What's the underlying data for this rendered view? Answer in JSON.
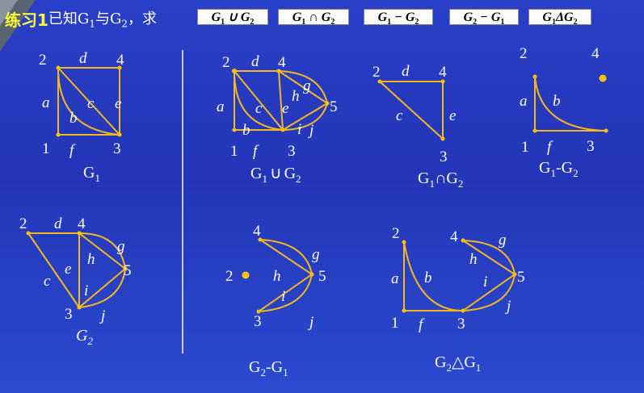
{
  "title": {
    "prefix": "练习1",
    "text_a": "已知G",
    "sub_1": "1",
    "text_b": "与G",
    "sub_2": "2",
    "text_c": "，求"
  },
  "formulas": [
    {
      "lhs": "G",
      "lhs_sub": "1",
      "op": " ∪ ",
      "rhs": "G",
      "rhs_sub": "2"
    },
    {
      "lhs": "G",
      "lhs_sub": "1",
      "op": " ∩ ",
      "rhs": "G",
      "rhs_sub": "2"
    },
    {
      "lhs": "G",
      "lhs_sub": "1",
      "op": " − ",
      "rhs": "G",
      "rhs_sub": "2"
    },
    {
      "lhs": "G",
      "lhs_sub": "2",
      "op": " − ",
      "rhs": "G",
      "rhs_sub": "1"
    },
    {
      "lhs": "G",
      "lhs_sub": "1",
      "op": "Δ",
      "rhs": "G",
      "rhs_sub": "2"
    }
  ],
  "colors": {
    "edge": "#f5b820",
    "vertex": "#ffc400",
    "label": "#ffffff",
    "title_accent": "#ffff33"
  },
  "graphs": {
    "G1": {
      "caption": "G",
      "caption_sub": "1",
      "vertices": [
        "1",
        "2",
        "3",
        "4"
      ],
      "edges": [
        {
          "name": "a",
          "ends": [
            "2",
            "1"
          ]
        },
        {
          "name": "b",
          "ends": [
            "2",
            "3"
          ],
          "curved": true
        },
        {
          "name": "c",
          "ends": [
            "2",
            "3"
          ]
        },
        {
          "name": "d",
          "ends": [
            "2",
            "4"
          ]
        },
        {
          "name": "e",
          "ends": [
            "4",
            "3"
          ]
        },
        {
          "name": "f",
          "ends": [
            "1",
            "3"
          ]
        }
      ]
    },
    "G1_union_G2": {
      "caption": "G",
      "caption_sub": "1",
      "op": "∪",
      "caption2": "G",
      "caption2_sub": "2",
      "vertices": [
        "1",
        "2",
        "3",
        "4",
        "5"
      ],
      "edges": [
        {
          "name": "a"
        },
        {
          "name": "b"
        },
        {
          "name": "c"
        },
        {
          "name": "d"
        },
        {
          "name": "e"
        },
        {
          "name": "f"
        },
        {
          "name": "g"
        },
        {
          "name": "h"
        },
        {
          "name": "i"
        },
        {
          "name": "j"
        }
      ]
    },
    "G1_intersect_G2": {
      "caption": "G",
      "caption_sub": "1",
      "op": "∩",
      "caption2": "G",
      "caption2_sub": "2",
      "vertices": [
        "2",
        "4",
        "3"
      ],
      "edges": [
        {
          "name": "c"
        },
        {
          "name": "d"
        },
        {
          "name": "e"
        }
      ]
    },
    "G1_minus_G2": {
      "caption": "G",
      "caption_sub": "1",
      "op": "-",
      "caption2": "G",
      "caption2_sub": "2",
      "vertices": [
        "1",
        "2",
        "3",
        "4"
      ],
      "edges": [
        {
          "name": "a"
        },
        {
          "name": "b"
        },
        {
          "name": "f"
        }
      ]
    },
    "G2": {
      "caption": "G",
      "caption_sub": "2",
      "vertices": [
        "2",
        "3",
        "4",
        "5"
      ],
      "edges": [
        {
          "name": "c"
        },
        {
          "name": "d"
        },
        {
          "name": "e"
        },
        {
          "name": "g"
        },
        {
          "name": "h"
        },
        {
          "name": "i"
        },
        {
          "name": "j"
        }
      ]
    },
    "G2_minus_G1": {
      "caption": "G",
      "caption_sub": "2",
      "op": "-",
      "caption2": "G",
      "caption2_sub": "1",
      "vertices": [
        "2",
        "3",
        "4",
        "5"
      ],
      "edges": [
        {
          "name": "g"
        },
        {
          "name": "h"
        },
        {
          "name": "i"
        },
        {
          "name": "j"
        }
      ]
    },
    "G2_symdiff_G1": {
      "caption": "G",
      "caption_sub": "2",
      "op": "△",
      "caption2": "G",
      "caption2_sub": "1",
      "vertices": [
        "1",
        "2",
        "3",
        "4",
        "5"
      ],
      "edges": [
        {
          "name": "a"
        },
        {
          "name": "b"
        },
        {
          "name": "f"
        },
        {
          "name": "g"
        },
        {
          "name": "h"
        },
        {
          "name": "i"
        },
        {
          "name": "j"
        }
      ]
    }
  }
}
